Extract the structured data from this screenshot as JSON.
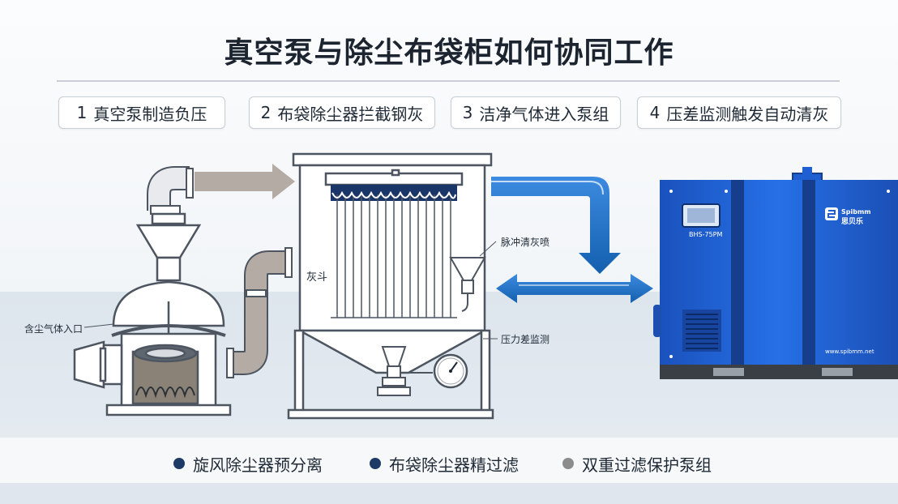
{
  "title": "真空泵与除尘布袋柜如何协同工作",
  "steps": [
    {
      "num": "1",
      "label": "真空泵制造负压"
    },
    {
      "num": "2",
      "label": "布袋除尘器拦截钢灰"
    },
    {
      "num": "3",
      "label": "洁净气体进入泵组"
    },
    {
      "num": "4",
      "label": "压差监测触发自动清灰"
    }
  ],
  "labels": {
    "inlet": "含尘气体入口",
    "hopper": "灰斗",
    "pulse": "脉冲清灰喷",
    "pressure": "压力差监测"
  },
  "pump": {
    "brand": "Spibmm",
    "brand_cn": "思贝乐",
    "model": "BHS-75PM",
    "website": "www.spibmm.net"
  },
  "legend": [
    {
      "label": "旋风除尘器预分离",
      "color": "#1d3a66"
    },
    {
      "label": "布袋除尘器精过滤",
      "color": "#1d3a66"
    },
    {
      "label": "双重过滤保护泵组",
      "color": "#8c8c8c"
    }
  ],
  "colors": {
    "pipe_gray": "#b4aca4",
    "arrow_blue": "#1c6fbf",
    "pump_blue": "#1f5fd1",
    "outline": "#4d5560"
  }
}
